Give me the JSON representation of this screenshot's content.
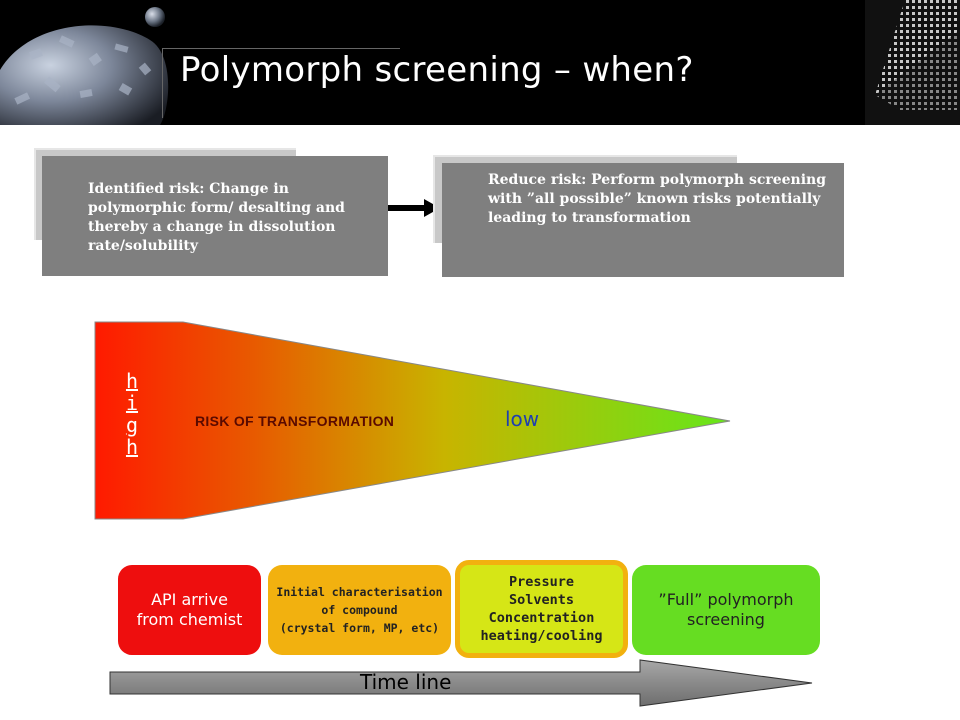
{
  "slide": {
    "title": "Polymorph screening – when?"
  },
  "risk_flow": {
    "identified_risk": "Identified risk: Change in polymorphic form/ desalting and thereby a change in dissolution rate/solubility",
    "reduce_risk": "Reduce risk: Perform polymorph screening with ”all possible” known risks potentially leading to transformation"
  },
  "risk_wedge": {
    "high_letters": [
      "h",
      "i",
      "g",
      "h"
    ],
    "label": "RISK OF TRANSFORMATION",
    "low_label": "low",
    "colors": {
      "start": "#ff1a00",
      "mid": "#c8b400",
      "end": "#66e61a"
    }
  },
  "stages": [
    {
      "label": "API arrive\nfrom chemist",
      "color": "#ee0e0e",
      "text_color": "#ffffff"
    },
    {
      "label": "Initial characterisation\nof compound\n(crystal form, MP, etc)",
      "color": "#f2b10f",
      "text_color": "#222222"
    },
    {
      "label": "Pressure\nSolvents\nConcentration\nheating/cooling",
      "color": "#d6e616",
      "border_color": "#f2b10f",
      "text_color": "#222222"
    },
    {
      "label": "”Full” polymorph\nscreening",
      "color": "#66dd22",
      "text_color": "#222222"
    }
  ],
  "timeline": {
    "label": "Time line"
  }
}
